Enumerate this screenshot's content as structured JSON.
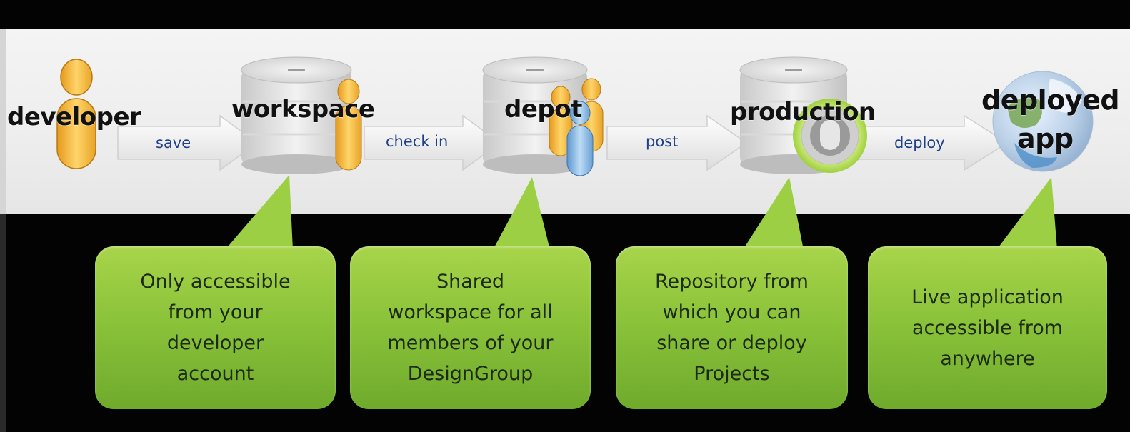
{
  "nodes": [
    {
      "id": "developer",
      "label": "developer"
    },
    {
      "id": "workspace",
      "label": "workspace"
    },
    {
      "id": "depot",
      "label": "depot"
    },
    {
      "id": "production",
      "label": "production"
    },
    {
      "id": "deployed_app",
      "label_line1": "deployed",
      "label_line2": "app"
    }
  ],
  "edges": [
    {
      "from": "developer",
      "to": "workspace",
      "label": "save"
    },
    {
      "from": "workspace",
      "to": "depot",
      "label": "check in"
    },
    {
      "from": "depot",
      "to": "production",
      "label": "post"
    },
    {
      "from": "production",
      "to": "deployed_app",
      "label": "deploy"
    }
  ],
  "callouts": [
    {
      "for": "workspace",
      "text": "Only accessible\nfrom your\ndeveloper\naccount"
    },
    {
      "for": "depot",
      "text": "Shared\nworkspace for all\nmembers of your\nDesignGroup"
    },
    {
      "for": "production",
      "text": "Repository from\nwhich you can\nshare or deploy\nProjects"
    },
    {
      "for": "deployed_app",
      "text": "Live application\naccessible from\nanywhere"
    }
  ],
  "colors": {
    "callout_green": "#8bc33a",
    "arrow_text_blue": "#1f3f86",
    "person_orange": "#f3b73c",
    "person_blue": "#7fb3e0"
  }
}
